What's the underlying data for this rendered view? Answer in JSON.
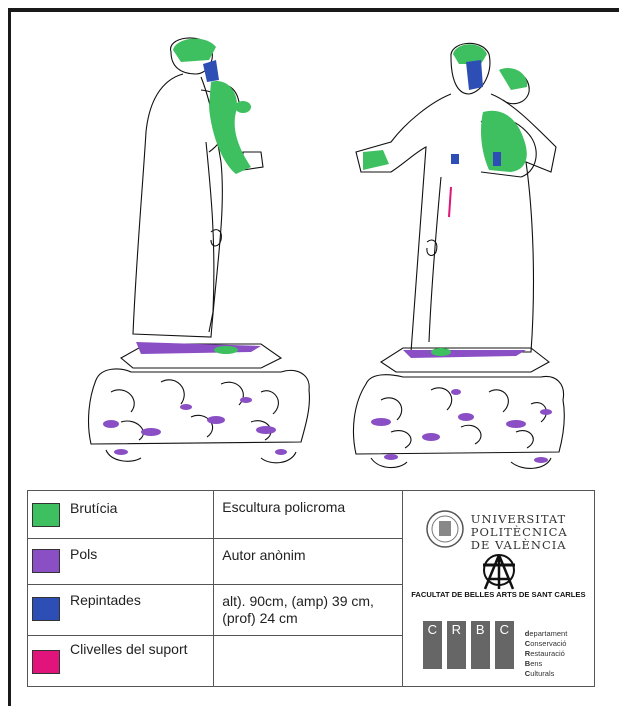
{
  "legend": {
    "items": [
      {
        "label": "Brutícia",
        "color": "#3fc060"
      },
      {
        "label": "Pols",
        "color": "#8a4fc4"
      },
      {
        "label": "Repintades",
        "color": "#2d4fb5"
      },
      {
        "label": "Clivelles del suport",
        "color": "#e0147a"
      }
    ]
  },
  "info": {
    "type": "Escultura policroma",
    "author": "Autor anònim",
    "dimensions_line1": "alt). 90cm, (amp) 39 cm,",
    "dimensions_line2": "(prof) 24 cm"
  },
  "logos": {
    "upv_line1": "UNIVERSITAT",
    "upv_line2": "POLITÈCNICA",
    "upv_line3": "DE VALÈNCIA",
    "faculty": "FACULTAT DE BELLES ARTS DE SANT CARLES",
    "crbc_letters": [
      "C",
      "R",
      "B",
      "C"
    ],
    "crbc_text": [
      {
        "initial": "d",
        "rest": "epartament"
      },
      {
        "initial": "C",
        "rest": "onservació"
      },
      {
        "initial": "R",
        "rest": "estauració"
      },
      {
        "initial": "B",
        "rest": "ens"
      },
      {
        "initial": "C",
        "rest": "ulturals"
      }
    ]
  }
}
